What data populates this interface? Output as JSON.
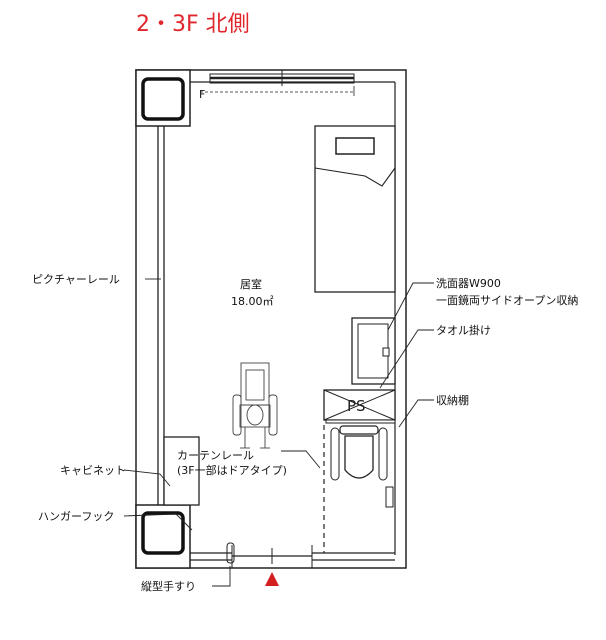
{
  "title": "2・3F 北側",
  "room": {
    "name": "居室",
    "area": "18.00㎡"
  },
  "fixtures": {
    "ps": "PS",
    "window_mark": "F"
  },
  "labels": {
    "picture_rail": "ピクチャーレール",
    "cabinet": "キャビネット",
    "hanger_hook": "ハンガーフック",
    "vertical_handrail": "縦型手すり",
    "curtain_rail_1": "カーテンレール",
    "curtain_rail_2": "(3F一部はドアタイプ)",
    "washbasin_1": "洗面器W900",
    "washbasin_2": "一面鏡両サイドオープン収納",
    "towel_hanger": "タオル掛け",
    "storage_shelf": "収納棚"
  },
  "colors": {
    "title": "#e0262c",
    "line": "#222222",
    "arrow": "#d42020"
  }
}
